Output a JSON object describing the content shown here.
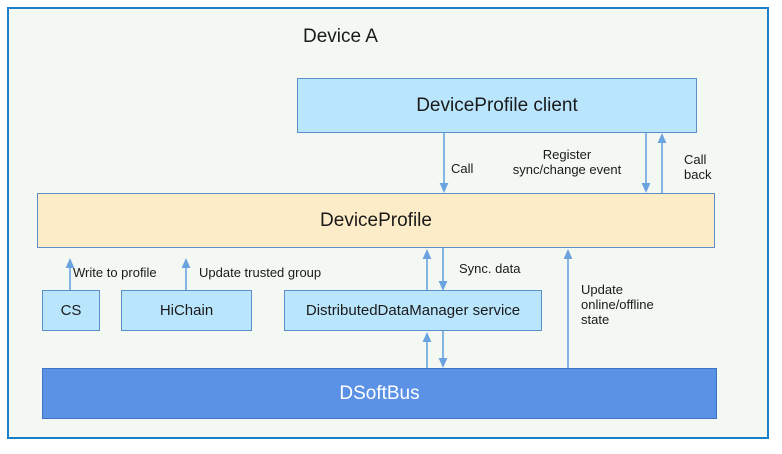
{
  "diagram": {
    "title": "Device A",
    "frame_border_color": "#1a7ec8",
    "frame_background": "#f4f8f2",
    "nodes": [
      {
        "id": "client",
        "label": "DeviceProfile client",
        "fill": "#bae6fd",
        "stroke": "#5b8fc9"
      },
      {
        "id": "profile",
        "label": "DeviceProfile",
        "fill": "#fdecc8",
        "stroke": "#5b8fc9"
      },
      {
        "id": "cs",
        "label": "CS",
        "fill": "#bae6fd",
        "stroke": "#5b8fc9"
      },
      {
        "id": "hichain",
        "label": "HiChain",
        "fill": "#bae6fd",
        "stroke": "#5b8fc9"
      },
      {
        "id": "ddm",
        "label": "DistributedDataManager service",
        "fill": "#bae6fd",
        "stroke": "#5b8fc9"
      },
      {
        "id": "dsoftbus",
        "label": "DSoftBus",
        "fill": "#5b92e5",
        "stroke": "#3f74c4"
      }
    ],
    "edges": [
      {
        "id": "call",
        "from": "client",
        "to": "profile",
        "label": "Call",
        "direction": "down"
      },
      {
        "id": "register",
        "from": "client",
        "to": "profile",
        "label": "Register\nsync/change event",
        "direction": "down"
      },
      {
        "id": "callback",
        "from": "profile",
        "to": "client",
        "label": "Call\nback",
        "direction": "up"
      },
      {
        "id": "write-profile",
        "from": "cs",
        "to": "profile",
        "label": "Write to profile",
        "direction": "up"
      },
      {
        "id": "update-group",
        "from": "hichain",
        "to": "profile",
        "label": "Update trusted group",
        "direction": "up"
      },
      {
        "id": "sync-data",
        "from": "ddm",
        "to": "profile",
        "label": "Sync. data",
        "direction": "both"
      },
      {
        "id": "online-state",
        "from": "dsoftbus",
        "to": "profile",
        "label": "Update\nonline/offline\nstate",
        "direction": "up"
      },
      {
        "id": "ddm-dsoftbus",
        "from": "dsoftbus",
        "to": "ddm",
        "label": "",
        "direction": "both"
      }
    ],
    "arrow_color": "#6ba3e0"
  }
}
